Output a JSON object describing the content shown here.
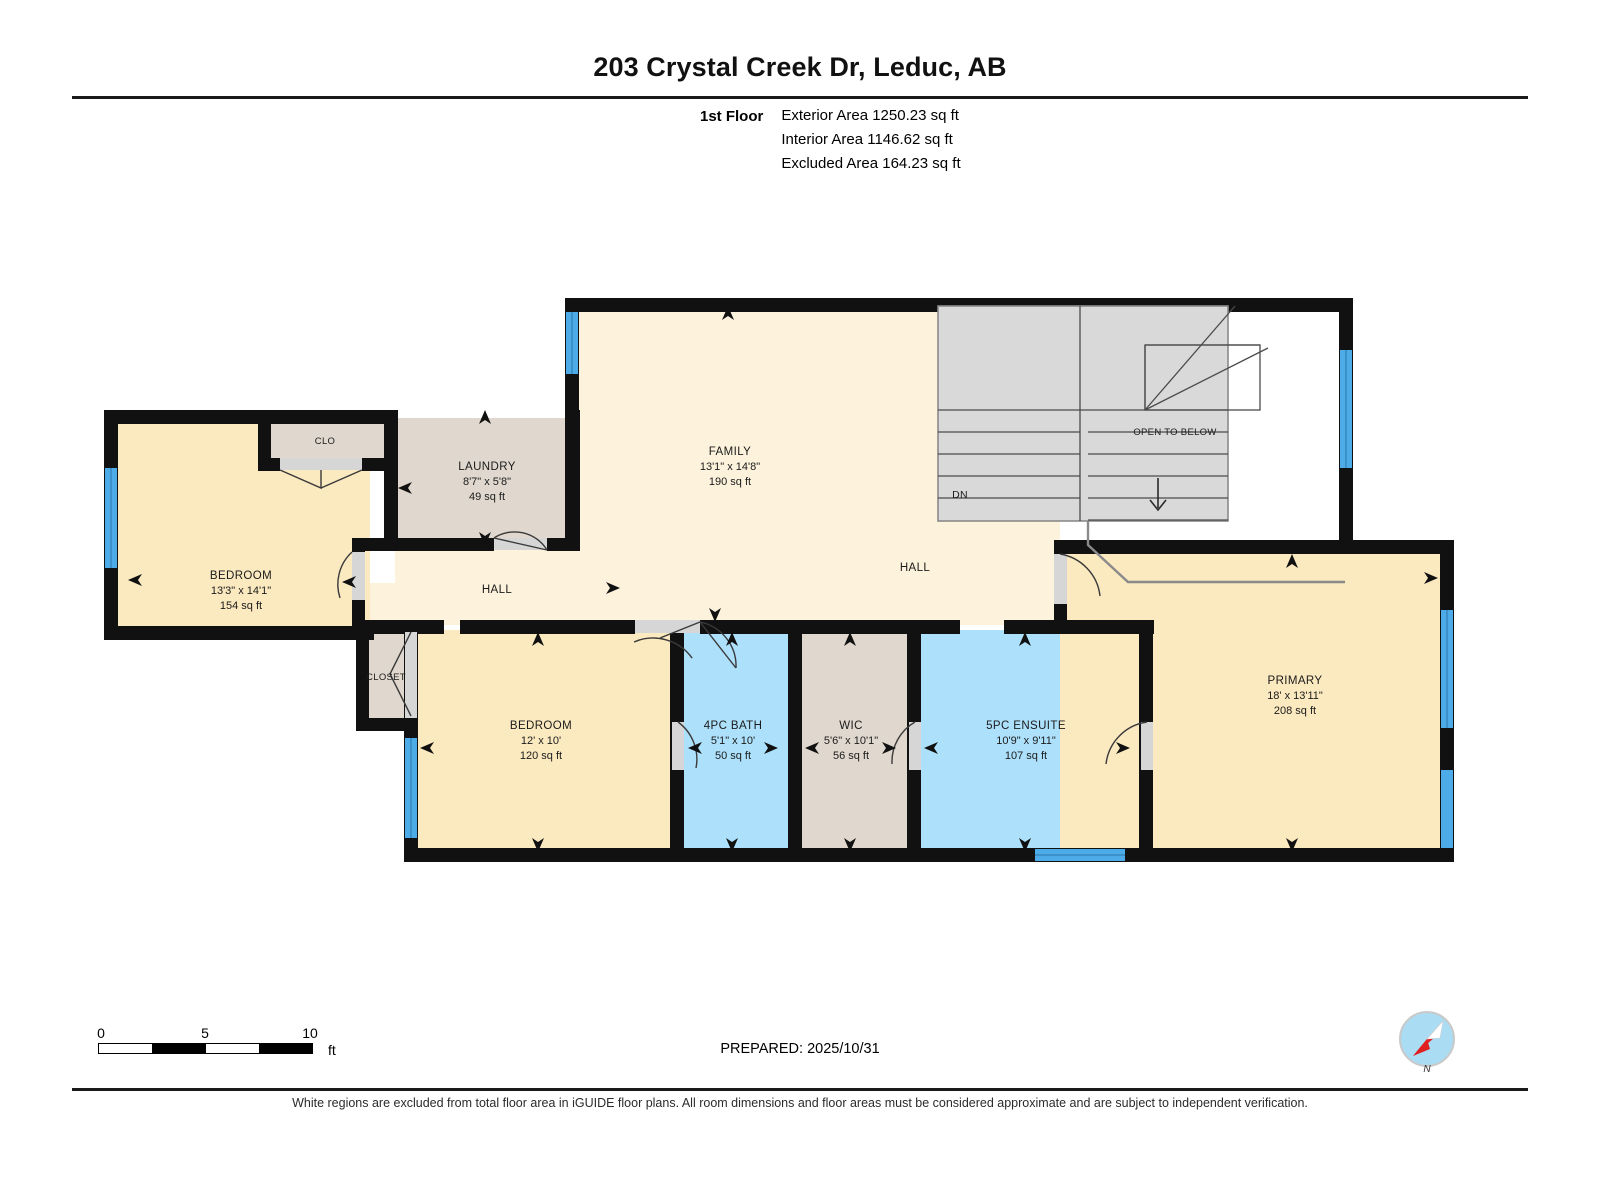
{
  "header": {
    "title": "203 Crystal Creek Dr, Leduc, AB",
    "floor_label": "1st Floor",
    "exterior_area": "Exterior Area 1250.23 sq ft",
    "interior_area": "Interior Area 1146.62 sq ft",
    "excluded_area": "Excluded Area 164.23 sq ft"
  },
  "rooms": [
    {
      "key": "bedroom_left",
      "name": "BEDROOM",
      "dimensions": "13'3\" x 14'1\"",
      "area": "154 sq ft",
      "fill": "#fbe9c0"
    },
    {
      "key": "clo",
      "name": "CLO",
      "dimensions": "",
      "area": "",
      "fill": "#e0d8ce"
    },
    {
      "key": "laundry",
      "name": "LAUNDRY",
      "dimensions": "8'7\" x 5'8\"",
      "area": "49 sq ft",
      "fill": "#e0d8ce"
    },
    {
      "key": "family",
      "name": "FAMILY",
      "dimensions": "13'1\" x 14'8\"",
      "area": "190 sq ft",
      "fill": "#fdf3dc"
    },
    {
      "key": "hall_left",
      "name": "HALL",
      "dimensions": "",
      "area": "",
      "fill": "#fdf3dc"
    },
    {
      "key": "hall_right",
      "name": "HALL",
      "dimensions": "",
      "area": "",
      "fill": "#fdf3dc"
    },
    {
      "key": "open_to_below",
      "name": "OPEN TO BELOW",
      "dimensions": "",
      "area": "",
      "fill": "#ffffff"
    },
    {
      "key": "closet",
      "name": "CLOSET",
      "dimensions": "",
      "area": "",
      "fill": "#e0d8ce"
    },
    {
      "key": "bedroom_mid",
      "name": "BEDROOM",
      "dimensions": "12' x 10'",
      "area": "120 sq ft",
      "fill": "#fbe9c0"
    },
    {
      "key": "bath_4pc",
      "name": "4PC BATH",
      "dimensions": "5'1\" x 10'",
      "area": "50 sq ft",
      "fill": "#ade0fb"
    },
    {
      "key": "wic",
      "name": "WIC",
      "dimensions": "5'6\" x 10'1\"",
      "area": "56 sq ft",
      "fill": "#e0d8ce"
    },
    {
      "key": "ensuite_5pc",
      "name": "5PC ENSUITE",
      "dimensions": "10'9\" x 9'11\"",
      "area": "107 sq ft",
      "fill": "#ade0fb"
    },
    {
      "key": "primary",
      "name": "PRIMARY",
      "dimensions": "18' x 13'11\"",
      "area": "208 sq ft",
      "fill": "#fbe9c0"
    }
  ],
  "stairs": {
    "direction_label": "DN"
  },
  "scale": {
    "tick_0": "0",
    "tick_5": "5",
    "tick_10": "10",
    "unit": "ft"
  },
  "prepared": "PREPARED: 2025/10/31",
  "compass": {
    "north_label": "N"
  },
  "disclaimer": "White regions are excluded from total floor area in iGUIDE floor plans. All room dimensions and floor areas must be considered approximate and are subject to independent verification.",
  "colors": {
    "wall": "#111111",
    "floor_warm": "#fbe9c0",
    "floor_pale": "#fdf3dc",
    "floor_beige": "#e0d8ce",
    "floor_bath": "#ade0fb",
    "window": "#4dabe8",
    "stair_fill": "#d9d9d9",
    "door_gap": "#d6d6d6",
    "compass_disc": "#aadcf3",
    "compass_needle": "#e02020"
  }
}
